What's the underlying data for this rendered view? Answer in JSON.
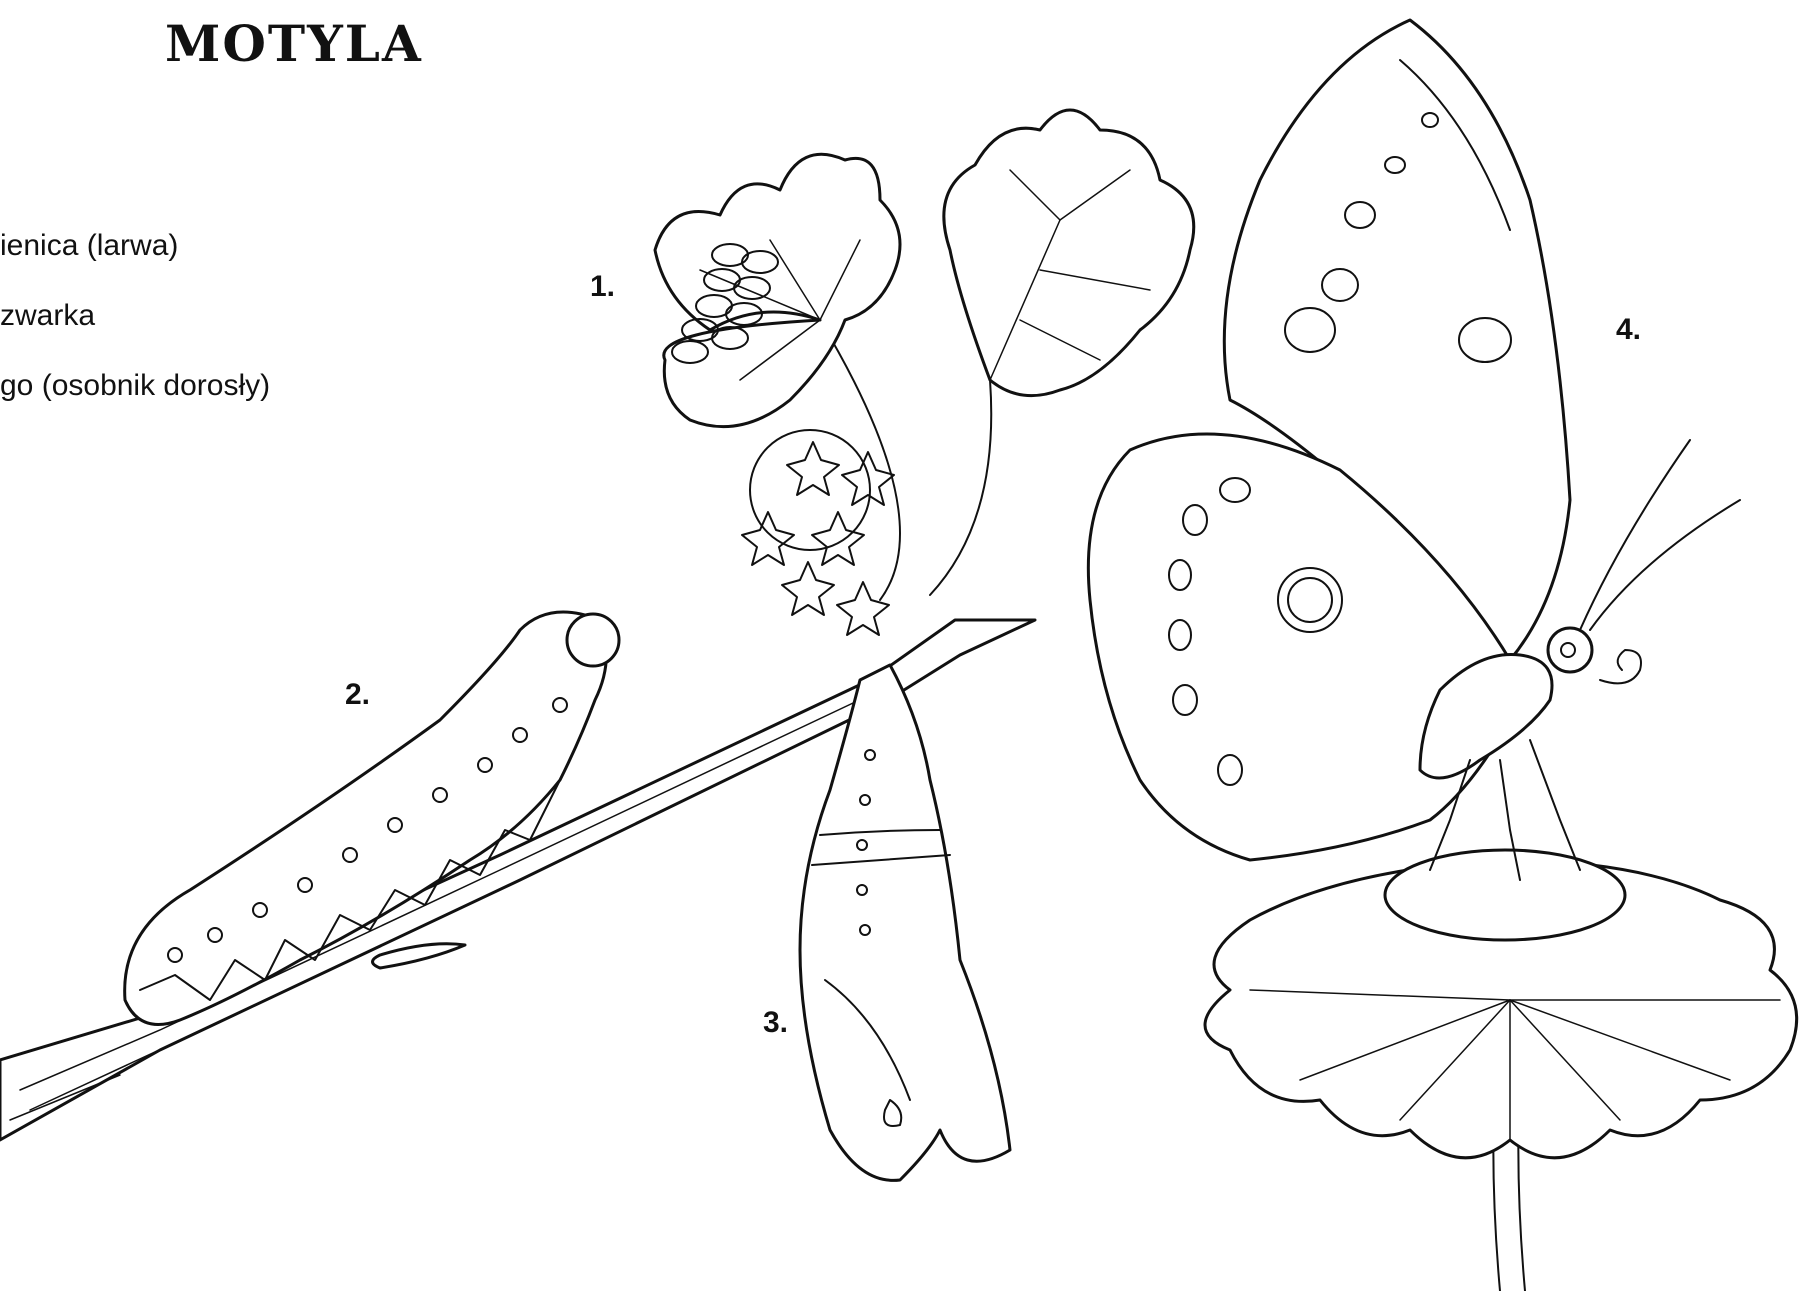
{
  "title": "MOTYLA",
  "legend": [
    "ienica (larwa)",
    "zwarka",
    "go (osobnik dorosły)"
  ],
  "stages": [
    {
      "number": "1."
    },
    {
      "number": "2."
    },
    {
      "number": "3."
    },
    {
      "number": "4."
    }
  ]
}
